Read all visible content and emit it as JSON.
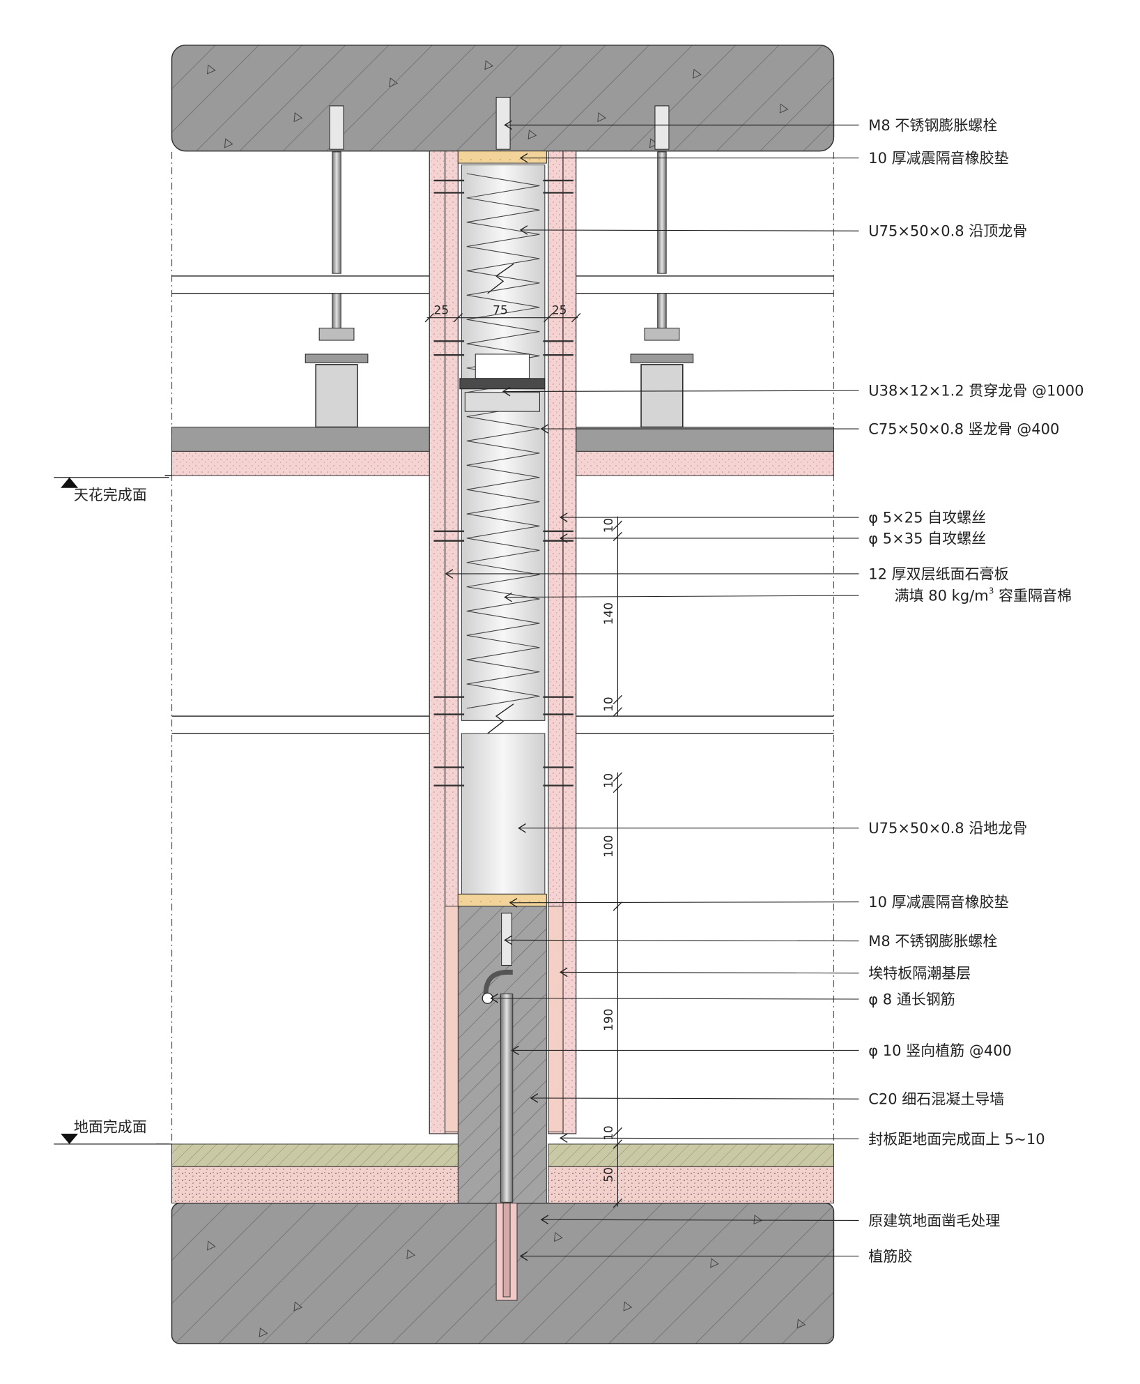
{
  "labels": [
    {
      "text": "M8 不锈钢膨胀螺栓"
    },
    {
      "text": "10 厚减震隔音橡胶垫"
    },
    {
      "text": "U75×50×0.8 沿顶龙骨"
    },
    {
      "text": "U38×12×1.2 贯穿龙骨 @1000"
    },
    {
      "text": "C75×50×0.8 竖龙骨 @400"
    },
    {
      "text": "φ 5×25 自攻螺丝"
    },
    {
      "text": "φ 5×35 自攻螺丝"
    },
    {
      "text": "12 厚双层纸面石膏板"
    },
    {
      "text": "满填 80 kg/m",
      "sup": "3",
      "after": " 容重隔音棉"
    },
    {
      "text": "U75×50×0.8 沿地龙骨"
    },
    {
      "text": "10 厚减震隔音橡胶垫"
    },
    {
      "text": "M8 不锈钢膨胀螺栓"
    },
    {
      "text": "埃特板隔潮基层"
    },
    {
      "text": "φ 8 通长钢筋"
    },
    {
      "text": "φ 10 竖向植筋 @400"
    },
    {
      "text": "C20 细石混凝土导墙"
    },
    {
      "text": "封板距地面完成面上 5~10"
    },
    {
      "text": "原建筑地面凿毛处理"
    },
    {
      "text": "植筋胶"
    }
  ],
  "levels": {
    "ceiling": "天花完成面",
    "floor": "地面完成面"
  },
  "dimensions": {
    "top": [
      "25",
      "75",
      "25"
    ],
    "upper": [
      "10",
      "140",
      "10"
    ],
    "lower": [
      "10",
      "100",
      "190",
      "10",
      "50"
    ]
  },
  "colors": {
    "concrete": "#9a9a9a",
    "board": "#f6d3d3",
    "insulation": "#e6e6e6",
    "rubber": "#f2d39a",
    "screed": "#c9c9a5"
  }
}
